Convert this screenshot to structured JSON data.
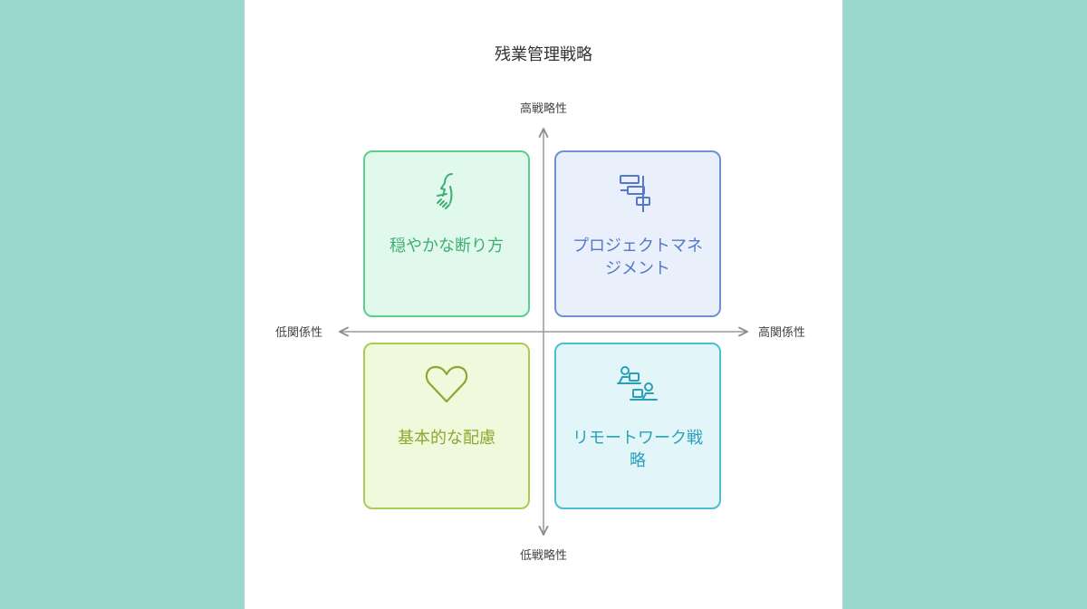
{
  "title": "残業管理戦略",
  "axes": {
    "top": "高戦略性",
    "bottom": "低戦略性",
    "left": "低関係性",
    "right": "高関係性"
  },
  "quadrants": {
    "top_left": {
      "label": "穏やかな断り方",
      "icon": "hand-stop-icon"
    },
    "top_right": {
      "label": "プロジェクトマネジメント",
      "icon": "gantt-chart-icon"
    },
    "bottom_left": {
      "label": "基本的な配慮",
      "icon": "heart-icon"
    },
    "bottom_right": {
      "label": "リモートワーク戦略",
      "icon": "remote-workers-icon"
    }
  },
  "colors": {
    "background": "#9dd8cf",
    "green": "#5ccf8e",
    "blue": "#6f91d4",
    "lime": "#a9cc56",
    "cyan": "#4cbdd1"
  }
}
